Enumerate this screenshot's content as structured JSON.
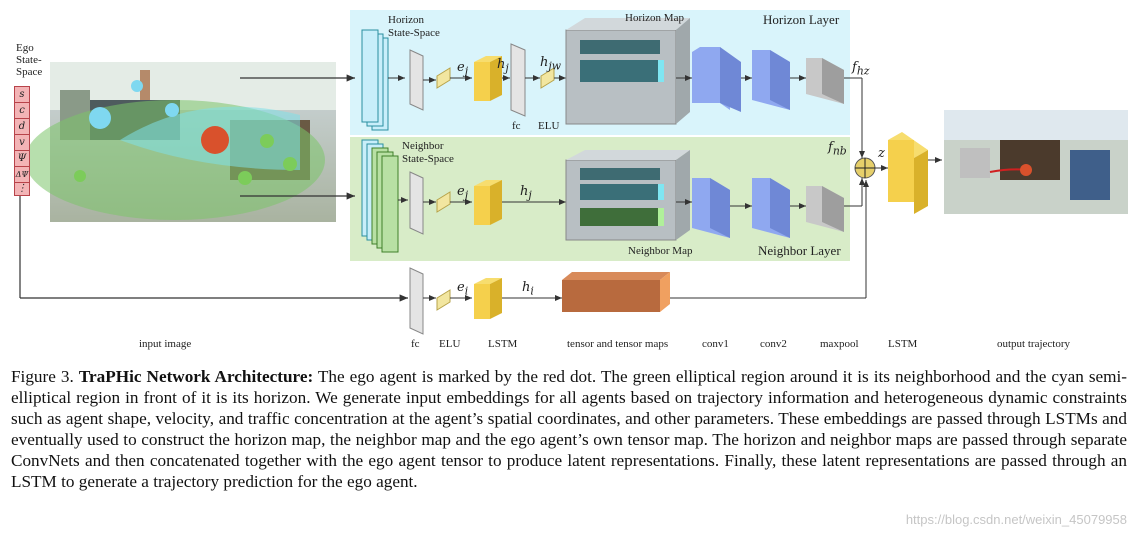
{
  "figure": {
    "ego_state_label": [
      "Ego",
      "State-",
      "Space"
    ],
    "state_variables": [
      "s",
      "c",
      "d",
      "v",
      "Ψ",
      "ΔΨ",
      "⋮"
    ],
    "horizon_state_label": [
      "Horizon",
      "State-Space"
    ],
    "neighbor_state_label": [
      "Neighbor",
      "State-Space"
    ],
    "horizon_map_label": "Horizon Map",
    "neighbor_map_label": "Neighbor Map",
    "horizon_layer_label": "Horizon Layer",
    "neighbor_layer_label": "Neighbor Layer",
    "symbols": {
      "ej_top": "e",
      "ej_top_sub": "j",
      "hj_top": "h",
      "hj_top_sub": "j",
      "hjw": "h",
      "hjw_sub": "jw",
      "ej_mid": "e",
      "ej_mid_sub": "j",
      "hj_mid": "h",
      "hj_mid_sub": "j",
      "ei": "e",
      "ei_sub": "i",
      "hi": "h",
      "hi_sub": "i",
      "fhz": "f",
      "fhz_sub": "hz",
      "fnb": "f",
      "fnb_sub": "nb",
      "z": "z"
    },
    "inline_labels": {
      "fc": "fc",
      "elu": "ELU"
    },
    "bottom_labels": {
      "input_image": "input image",
      "fc": "fc",
      "elu": "ELU",
      "lstm1": "LSTM",
      "tensor_maps": "tensor and tensor maps",
      "conv1": "conv1",
      "conv2": "conv2",
      "maxpool": "maxpool",
      "lstm2": "LSTM",
      "output": "output trajectory"
    },
    "colors": {
      "horizon_bg": "#d9f4fb",
      "neighbor_bg": "#d8ecc8",
      "lstm_yellow": "#f5d04c",
      "conv_blue": "#8fa8f0",
      "maxpool_gray": "#b8b8b8",
      "tensor_brown": "#b86a3e",
      "ego_red": "#d9512c",
      "state_pink": "#f3b4b6"
    }
  },
  "caption": {
    "figure_number": "Figure 3.",
    "title": "TraPHic Network Architecture:",
    "body": "The ego agent is marked by the red dot. The green elliptical region around it is its neighborhood and the cyan semi-elliptical region in front of it is its horizon. We generate input embeddings for all agents based on trajectory information and heterogeneous dynamic constraints such as agent shape, velocity, and traffic concentration at the agent’s spatial coordinates, and other parameters. These embeddings are passed through LSTMs and eventually used to construct the horizon map, the neighbor map and the ego agent’s own tensor map. The horizon and neighbor maps are passed through separate ConvNets and then concatenated together with the ego agent tensor to produce latent representations. Finally, these latent representations are passed through an LSTM to generate a trajectory prediction for the ego agent."
  },
  "watermark": "https://blog.csdn.net/weixin_45079958"
}
